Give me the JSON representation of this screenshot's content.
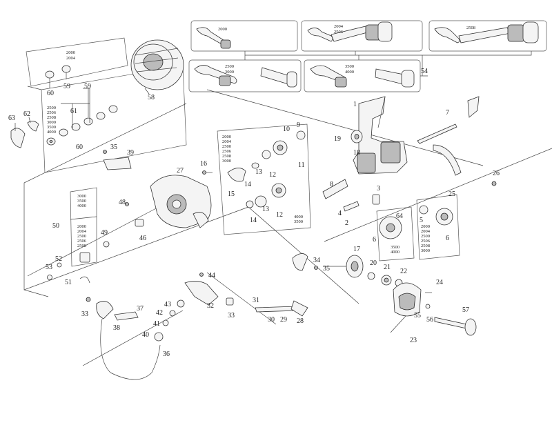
{
  "callouts": {
    "c1": "1",
    "c2": "2",
    "c3": "3",
    "c4": "4",
    "c5": "5",
    "c6": "6",
    "c6b": "6",
    "c7": "7",
    "c8": "8",
    "c9": "9",
    "c10": "10",
    "c11": "11",
    "c12": "12",
    "c12b": "12",
    "c13": "13",
    "c13b": "13",
    "c14": "14",
    "c14b": "14",
    "c15": "15",
    "c16": "16",
    "c17": "17",
    "c18": "18",
    "c19": "19",
    "c20": "20",
    "c21": "21",
    "c22": "22",
    "c23": "23",
    "c24": "24",
    "c25": "25",
    "c26": "26",
    "c27": "27",
    "c28": "28",
    "c29": "29",
    "c30": "30",
    "c31": "31",
    "c32": "32",
    "c33": "33",
    "c33b": "33",
    "c34": "34",
    "c35": "35",
    "c35b": "35",
    "c36": "36",
    "c37": "37",
    "c38": "38",
    "c39": "39",
    "c40": "40",
    "c41": "41",
    "c42": "42",
    "c43": "43",
    "c44": "44",
    "c46": "46",
    "c48": "48",
    "c49": "49",
    "c50": "50",
    "c51": "51",
    "c52": "52",
    "c53": "53",
    "c54": "54",
    "c55": "55",
    "c56": "56",
    "c57": "57",
    "c58": "58",
    "c59": "59",
    "c59b": "59",
    "c60": "60",
    "c60b": "60",
    "c61": "61",
    "c62": "62",
    "c63": "63",
    "c64": "64"
  },
  "sizes": {
    "handle_2000": "2000",
    "handle_2004_l1": "2004",
    "handle_2004_l2": "2506",
    "handle_2508": "2508",
    "handle_2500_l1": "2500",
    "handle_2500_l2": "3000",
    "handle_3500_l1": "3500",
    "handle_3500_l2": "4000",
    "washer_small_l1": "2000",
    "washer_small_l2": "2004",
    "washer_large": [
      "2500",
      "2506",
      "2508",
      "3000",
      "3500",
      "4000"
    ],
    "rotor_kit": [
      "2000",
      "2004",
      "2500",
      "2506",
      "2508",
      "3000"
    ],
    "rotor_kit_b": "4000",
    "rotor_kit_c": "3500",
    "bail_kit_top": [
      "3000",
      "3500",
      "4000"
    ],
    "bail_kit_bot": [
      "2000",
      "2004",
      "2500",
      "2506",
      "2508"
    ],
    "gear_64_l1": "3500",
    "gear_64_l2": "4000",
    "gear_6": [
      "2000",
      "2004",
      "2500",
      "2506",
      "2508",
      "3000"
    ]
  }
}
